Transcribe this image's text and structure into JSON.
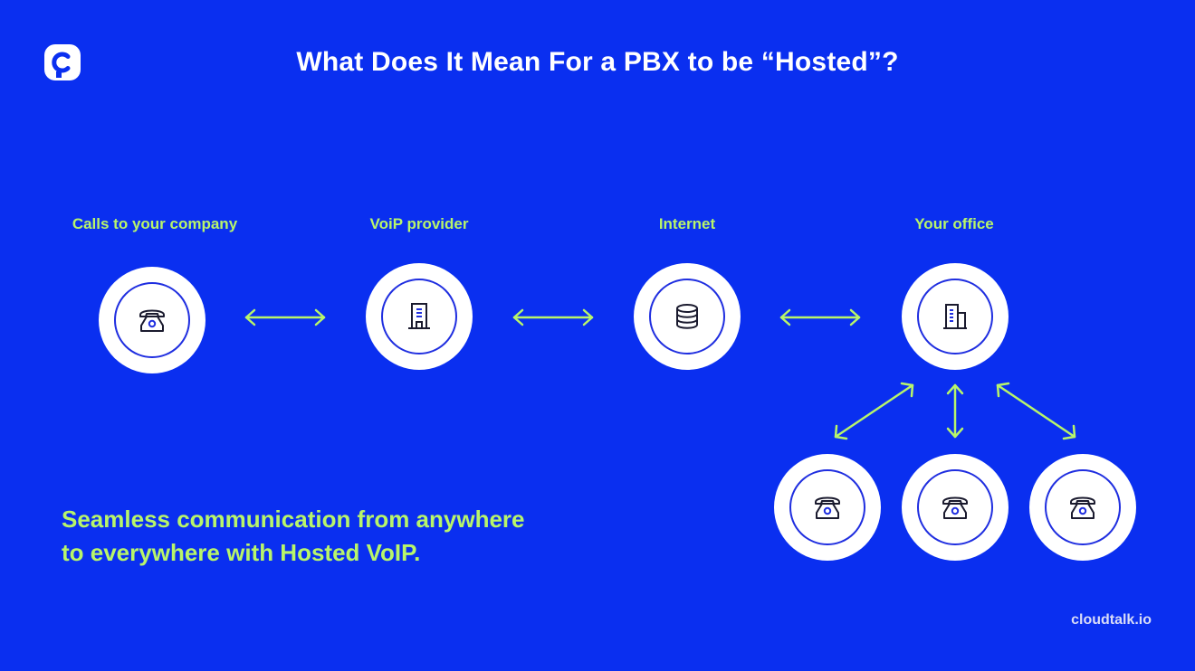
{
  "title": "What Does It Mean For a PBX to be “Hosted”?",
  "labels": {
    "calls": "Calls to your company",
    "voip": "VoiP provider",
    "internet": "Internet",
    "office": "Your office"
  },
  "tagline": {
    "line1": "Seamless communication from anywhere",
    "line2": "to everywhere with Hosted VoIP."
  },
  "brand": "cloudtalk.io",
  "colors": {
    "background": "#0a2ff0",
    "accent": "#b8f56a",
    "node_fill": "#ffffff",
    "ring": "#1f2ee0",
    "icon_stroke": "#1a1a2e"
  },
  "icons": {
    "calls": "telephone-icon",
    "voip": "server-tower-icon",
    "internet": "database-icon",
    "office": "office-building-icon",
    "phones": "telephone-icon"
  }
}
